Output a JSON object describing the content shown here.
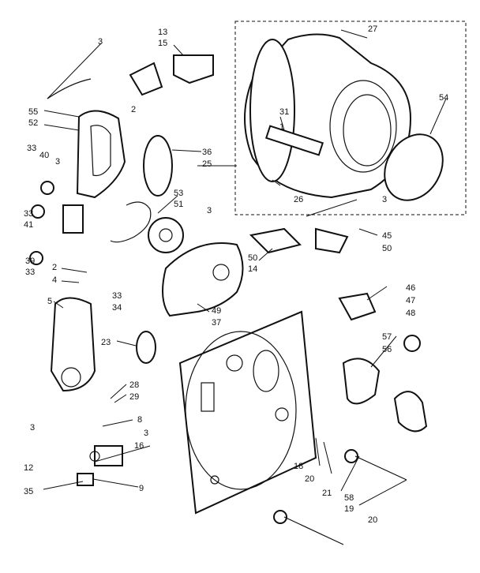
{
  "callouts": [
    {
      "id": "c-3a",
      "text": "3"
    },
    {
      "id": "c-13",
      "text": "13"
    },
    {
      "id": "c-15",
      "text": "15"
    },
    {
      "id": "c-27",
      "text": "27"
    },
    {
      "id": "c-55",
      "text": "55"
    },
    {
      "id": "c-52",
      "text": "52"
    },
    {
      "id": "c-2a",
      "text": "2"
    },
    {
      "id": "c-31",
      "text": "31"
    },
    {
      "id": "c-1",
      "text": "1"
    },
    {
      "id": "c-54",
      "text": "54"
    },
    {
      "id": "c-33a",
      "text": "33"
    },
    {
      "id": "c-40",
      "text": "40"
    },
    {
      "id": "c-3b",
      "text": "3"
    },
    {
      "id": "c-36",
      "text": "36"
    },
    {
      "id": "c-25",
      "text": "25"
    },
    {
      "id": "c-26",
      "text": "26"
    },
    {
      "id": "c-53",
      "text": "53"
    },
    {
      "id": "c-51",
      "text": "51"
    },
    {
      "id": "c-33b",
      "text": "33"
    },
    {
      "id": "c-41",
      "text": "41"
    },
    {
      "id": "c-3c",
      "text": "3"
    },
    {
      "id": "c-3d",
      "text": "3"
    },
    {
      "id": "c-45",
      "text": "45"
    },
    {
      "id": "c-50a",
      "text": "50"
    },
    {
      "id": "c-39",
      "text": "39"
    },
    {
      "id": "c-33c",
      "text": "33"
    },
    {
      "id": "c-50b",
      "text": "50"
    },
    {
      "id": "c-14",
      "text": "14"
    },
    {
      "id": "c-2b",
      "text": "2"
    },
    {
      "id": "c-4",
      "text": "4"
    },
    {
      "id": "c-46",
      "text": "46"
    },
    {
      "id": "c-47",
      "text": "47"
    },
    {
      "id": "c-48",
      "text": "48"
    },
    {
      "id": "c-5",
      "text": "5"
    },
    {
      "id": "c-33d",
      "text": "33"
    },
    {
      "id": "c-34",
      "text": "34"
    },
    {
      "id": "c-49",
      "text": "49"
    },
    {
      "id": "c-37",
      "text": "37"
    },
    {
      "id": "c-23",
      "text": "23"
    },
    {
      "id": "c-57",
      "text": "57"
    },
    {
      "id": "c-56",
      "text": "56"
    },
    {
      "id": "c-28",
      "text": "28"
    },
    {
      "id": "c-29",
      "text": "29"
    },
    {
      "id": "c-3e",
      "text": "3"
    },
    {
      "id": "c-8",
      "text": "8"
    },
    {
      "id": "c-3f",
      "text": "3"
    },
    {
      "id": "c-16",
      "text": "16"
    },
    {
      "id": "c-12",
      "text": "12"
    },
    {
      "id": "c-18",
      "text": "18"
    },
    {
      "id": "c-20a",
      "text": "20"
    },
    {
      "id": "c-35",
      "text": "35"
    },
    {
      "id": "c-9",
      "text": "9"
    },
    {
      "id": "c-21",
      "text": "21"
    },
    {
      "id": "c-58",
      "text": "58"
    },
    {
      "id": "c-19",
      "text": "19"
    },
    {
      "id": "c-20b",
      "text": "20"
    }
  ]
}
